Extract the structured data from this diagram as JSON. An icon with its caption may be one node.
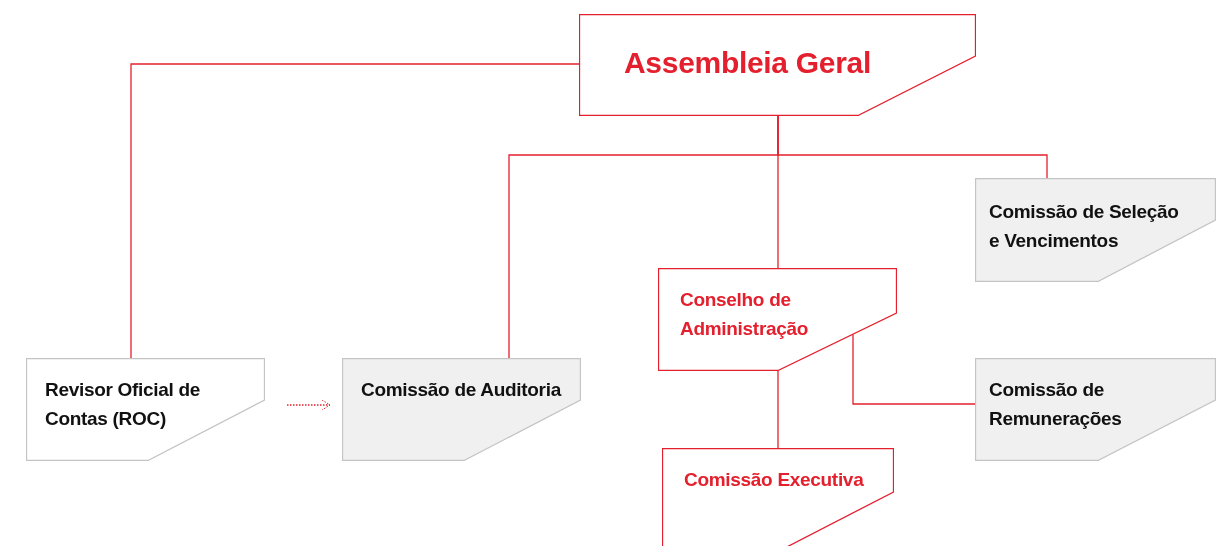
{
  "diagram": {
    "nodes": [
      {
        "text": [
          "Assembleia Geral"
        ]
      },
      {
        "text": [
          "Comissão de Seleção e Vencimentos"
        ]
      },
      {
        "text": [
          "Conselho de Administração"
        ]
      },
      {
        "text": [
          "Revisor Oficial de Contas (ROC)"
        ]
      },
      {
        "text": [
          "Comissão de Auditoria"
        ]
      },
      {
        "text": [
          "Comissão de Remunerações"
        ]
      },
      {
        "text": [
          "Comissão Executiva"
        ]
      }
    ],
    "edges": [
      {
        "from": 0,
        "to": 3,
        "arrow": "none"
      },
      {
        "from": 0,
        "to": 4,
        "arrow": "none"
      },
      {
        "from": 0,
        "to": 1,
        "arrow": "none"
      },
      {
        "from": 0,
        "to": 2,
        "arrow": "none"
      },
      {
        "from": 2,
        "to": 5,
        "arrow": "none"
      },
      {
        "from": 2,
        "to": 6,
        "arrow": "none"
      },
      {
        "from": 3,
        "to": 4,
        "arrow": "to",
        "style": "dashed"
      }
    ]
  }
}
